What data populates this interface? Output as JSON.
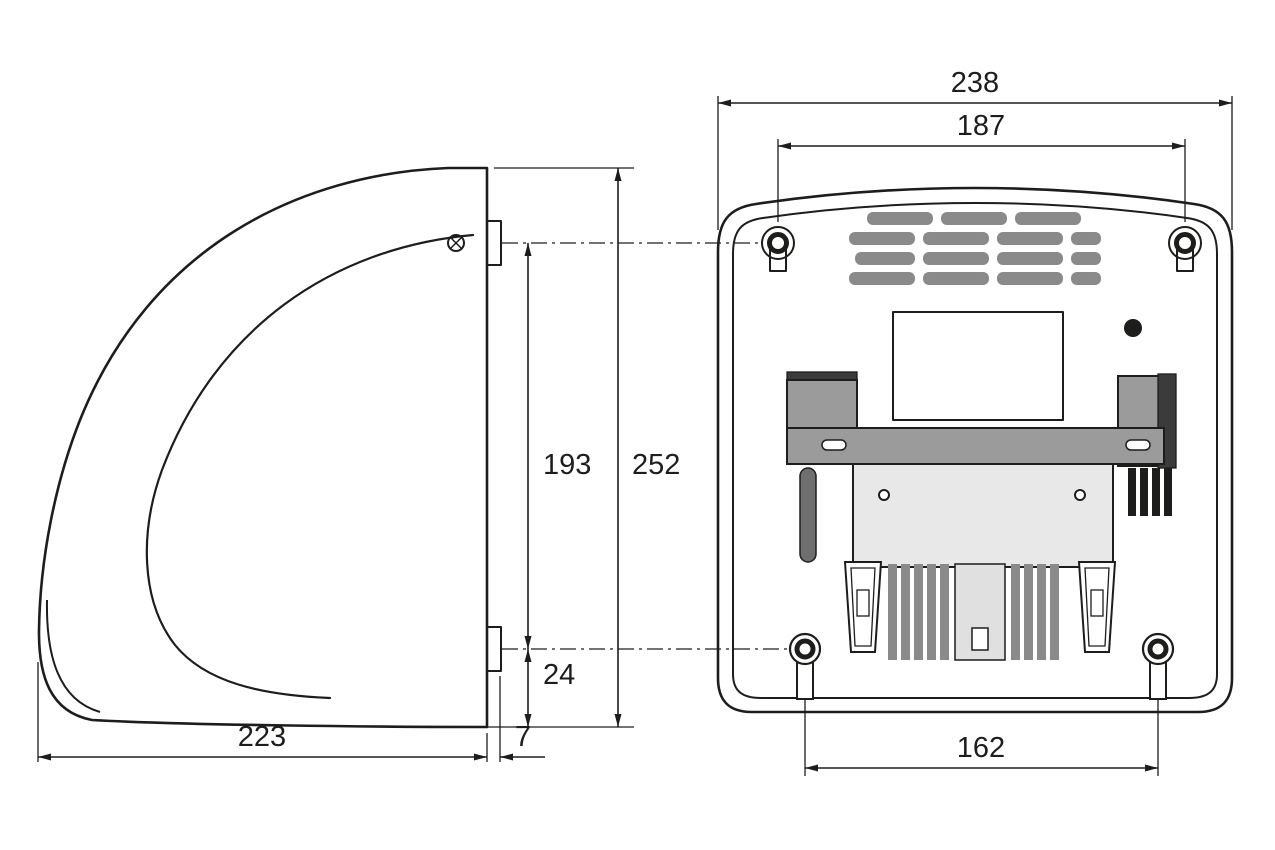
{
  "diagram": {
    "type": "technical_drawing",
    "subject": "Hand dryer dimension drawing: side profile view (left) and rear mounting view (right)",
    "units": "mm",
    "dims": {
      "rear_overall_width": "238",
      "top_mount_hole_spacing": "187",
      "mount_height_span": "193",
      "overall_height": "252",
      "bottom_mount_offset": "24",
      "side_profile_depth": "223",
      "wall_bracket_thickness": "7",
      "bottom_mount_hole_spacing": "162"
    },
    "colors": {
      "line": "#1d1d1b",
      "vent_slat": "#8a8a8a",
      "bracket": "#9b9b9b",
      "bracket_dark": "#3b3b3b",
      "stick": "#6f6f6f",
      "panel": "#e8e8e8",
      "heater_center": "#e0e0e0",
      "background": "#ffffff"
    }
  }
}
